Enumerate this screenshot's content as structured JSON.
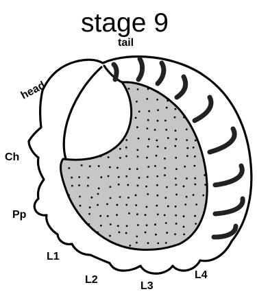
{
  "title": "stage 9",
  "labels": {
    "tail": "tail",
    "head": "head",
    "ch": "Ch",
    "pp": "Pp",
    "l1": "L1",
    "l2": "L2",
    "l3": "L3",
    "l4": "L4"
  },
  "colors": {
    "line": "#000000",
    "yolk": "#c6c6c6",
    "segments": "#222222",
    "background": "#ffffff"
  }
}
